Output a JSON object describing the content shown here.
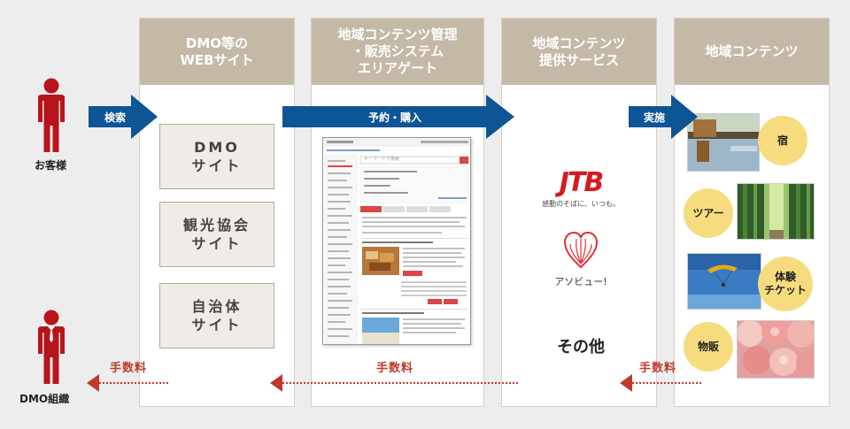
{
  "columns": {
    "dmo": "DMO等の\nWEBサイト",
    "management": "地域コンテンツ管理\n・販売システム\nエリアゲート",
    "provision": "地域コンテンツ\n提供サービス",
    "content": "地域コンテンツ"
  },
  "actors": {
    "customer": "お客様",
    "dmo_org": "DMO組織"
  },
  "flows": {
    "search": "検索",
    "reserve": "予約・購入",
    "execute": "実施",
    "fee": "手数料"
  },
  "sites": [
    "DMO\nサイト",
    "観光協会\nサイト",
    "自治体\nサイト"
  ],
  "providers": {
    "jtb_logo": "JTB",
    "jtb_tagline": "感動のそばに、いつも。",
    "asoview": "アソビュー!",
    "other": "その他"
  },
  "contents": [
    "宿",
    "ツアー",
    "体験\nチケット",
    "物販"
  ],
  "mockup": {
    "search_placeholder": "キーワードで検索"
  },
  "colors": {
    "header": "#c4b9a7",
    "arrow": "#0e5595",
    "fee": "#c0392b",
    "person": "#b8141b",
    "badge": "#f7dc7f"
  }
}
